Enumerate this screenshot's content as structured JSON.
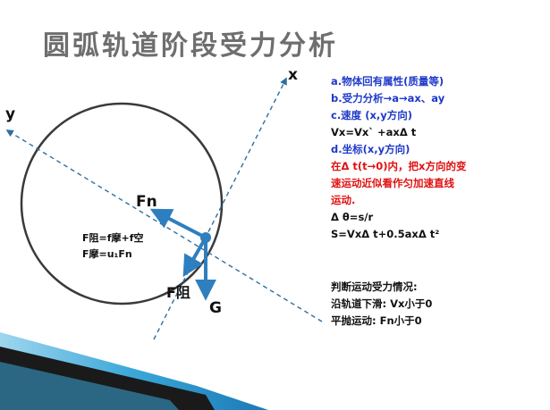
{
  "title": "圆弧轨道阶段受力分析",
  "axes": {
    "x_label": "x",
    "y_label": "y"
  },
  "forces": {
    "normal": "Fn",
    "gravity": "G",
    "resistance": "F阻"
  },
  "formulas": [
    "F阻=f摩+f空",
    "F摩=u₁Fn"
  ],
  "notes": [
    {
      "text": "a.物体回有属性(质量等)",
      "color": "blue"
    },
    {
      "text": "b.受力分析→a→ax、ay",
      "color": "blue"
    },
    {
      "text": "c.速度 (x,y方向)",
      "color": "blue"
    },
    {
      "text": "Vx=Vx` +axΔ t",
      "color": "black"
    },
    {
      "text": "d.坐标(x,y方向)",
      "color": "blue"
    },
    {
      "text": "在Δ t(t→0)内，把x方向的变",
      "color": "red"
    },
    {
      "text": "速运动近似看作匀加速直线",
      "color": "red"
    },
    {
      "text": "运动.",
      "color": "red"
    },
    {
      "text": "Δ θ=s/r",
      "color": "black"
    },
    {
      "text": "S=VxΔ t+0.5axΔ t²",
      "color": "black"
    }
  ],
  "judgement": [
    "判断运动受力情况:",
    "沿轨道下滑: Vx小于0",
    "平抛运动: Fn小于0"
  ],
  "colors": {
    "circle": "#3a3a3a",
    "axis": "#2d6fa0",
    "arrow": "#2e7fbf",
    "note_blue": "#1f39c9",
    "note_red": "#e01010",
    "band_dark": "#1a1a1a",
    "band_blue": "#3aa7d8"
  }
}
